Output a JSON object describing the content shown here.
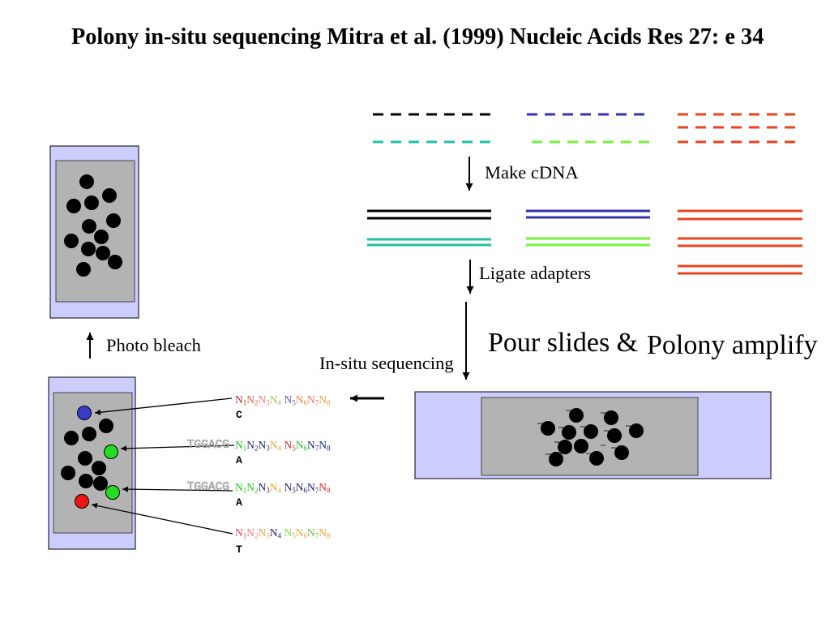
{
  "title": "Polony in-situ sequencing Mitra et al. (1999) Nucleic Acids Res 27: e 34",
  "workflow": {
    "make_cdna": "Make cDNA",
    "ligate_adapters": "Ligate adapters",
    "pour_slides": "Pour slides &",
    "polony_amplify": "Polony amplify",
    "in_situ_sequencing": "In-situ sequencing",
    "photo_bleach": "Photo bleach"
  },
  "colors": {
    "strand_black": "#000000",
    "strand_blue": "#3434ac",
    "strand_red": "#e8441d",
    "strand_teal": "#22c2a2",
    "strand_green": "#72f23e",
    "slide_frame": "#ccccff",
    "slide_gel": "#b3b3b3",
    "polony": "#000000",
    "probe_blue": "#3a3acc",
    "probe_green": "#22dd22",
    "probe_red": "#ee1515"
  },
  "sequencing_reads": [
    {
      "groups": [
        [
          {
            "letter": "N",
            "subscript": "1",
            "color": "#a8362c"
          },
          {
            "letter": "N",
            "subscript": "2",
            "color": "#e05a3c"
          },
          {
            "letter": "N",
            "subscript": "3",
            "color": "#f0807a"
          },
          {
            "letter": "N",
            "subscript": "4",
            "color": "#a6c050"
          }
        ],
        [
          {
            "letter": "N",
            "subscript": "5",
            "color": "#5a5aa8"
          },
          {
            "letter": "N",
            "subscript": "6",
            "color": "#e88a3c"
          },
          {
            "letter": "N",
            "subscript": "7",
            "color": "#f06a80"
          },
          {
            "letter": "N",
            "subscript": "8",
            "color": "#e8a040"
          }
        ]
      ],
      "base_call": "C"
    },
    {
      "primer": "TGGACG",
      "groups": [
        [
          {
            "letter": "N",
            "subscript": "1",
            "color": "#22c022"
          },
          {
            "letter": "N",
            "subscript": "2",
            "color": "#1c1c70"
          },
          {
            "letter": "N",
            "subscript": "3",
            "color": "#1c1c70"
          },
          {
            "letter": "N",
            "subscript": "4",
            "color": "#f0a030"
          }
        ],
        [
          {
            "letter": "N",
            "subscript": "5",
            "color": "#e02424"
          },
          {
            "letter": "N",
            "subscript": "6",
            "color": "#22c022"
          },
          {
            "letter": "N",
            "subscript": "7",
            "color": "#1c1c80"
          },
          {
            "letter": "N",
            "subscript": "8",
            "color": "#1c1c80"
          }
        ]
      ],
      "base_call": "A"
    },
    {
      "primer": "TGGACG",
      "groups": [
        [
          {
            "letter": "N",
            "subscript": "1",
            "color": "#22c022"
          },
          {
            "letter": "N",
            "subscript": "2",
            "color": "#22c022"
          },
          {
            "letter": "N",
            "subscript": "3",
            "color": "#1c1c70"
          },
          {
            "letter": "N",
            "subscript": "4",
            "color": "#f0a030"
          }
        ],
        [
          {
            "letter": "N",
            "subscript": "5",
            "color": "#1c1c70"
          },
          {
            "letter": "N",
            "subscript": "6",
            "color": "#1c1c70"
          },
          {
            "letter": "N",
            "subscript": "7",
            "color": "#1c1c80"
          },
          {
            "letter": "N",
            "subscript": "8",
            "color": "#e02424"
          }
        ]
      ],
      "base_call": "A"
    },
    {
      "groups": [
        [
          {
            "letter": "N",
            "subscript": "1",
            "color": "#e04848"
          },
          {
            "letter": "N",
            "subscript": "2",
            "color": "#f07878"
          },
          {
            "letter": "N",
            "subscript": "3",
            "color": "#f0a040"
          },
          {
            "letter": "N",
            "subscript": "4",
            "color": "#1c1c70"
          }
        ],
        [
          {
            "letter": "N",
            "subscript": "5",
            "color": "#90d050"
          },
          {
            "letter": "N",
            "subscript": "6",
            "color": "#f0a040"
          },
          {
            "letter": "N",
            "subscript": "7",
            "color": "#60c040"
          },
          {
            "letter": "N",
            "subscript": "8",
            "color": "#f0a040"
          }
        ]
      ],
      "base_call": "T"
    }
  ]
}
